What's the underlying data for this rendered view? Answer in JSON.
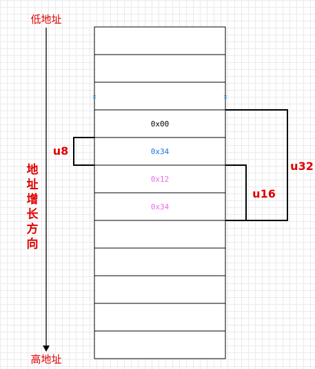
{
  "labels": {
    "low_address": "低地址",
    "high_address": "高地址",
    "growth_direction": [
      "地",
      "址",
      "增",
      "长",
      "方",
      "向"
    ],
    "u8": "u8",
    "u16": "u16",
    "u32": "u32"
  },
  "memory": {
    "row_count": 12,
    "cells": [
      {
        "row": 3,
        "text": "0x00",
        "color": "#000000"
      },
      {
        "row": 4,
        "text": "0x34",
        "color": "#1a73e8"
      },
      {
        "row": 5,
        "text": "0x12",
        "color": "#e86be8"
      },
      {
        "row": 6,
        "text": "0x34",
        "color": "#e86be8"
      }
    ]
  },
  "colors": {
    "address_label": "#e00000",
    "bracket_label": "#e00000",
    "arrow": "#000000",
    "grid_border": "#000000",
    "marker": "#3aa0e8"
  }
}
